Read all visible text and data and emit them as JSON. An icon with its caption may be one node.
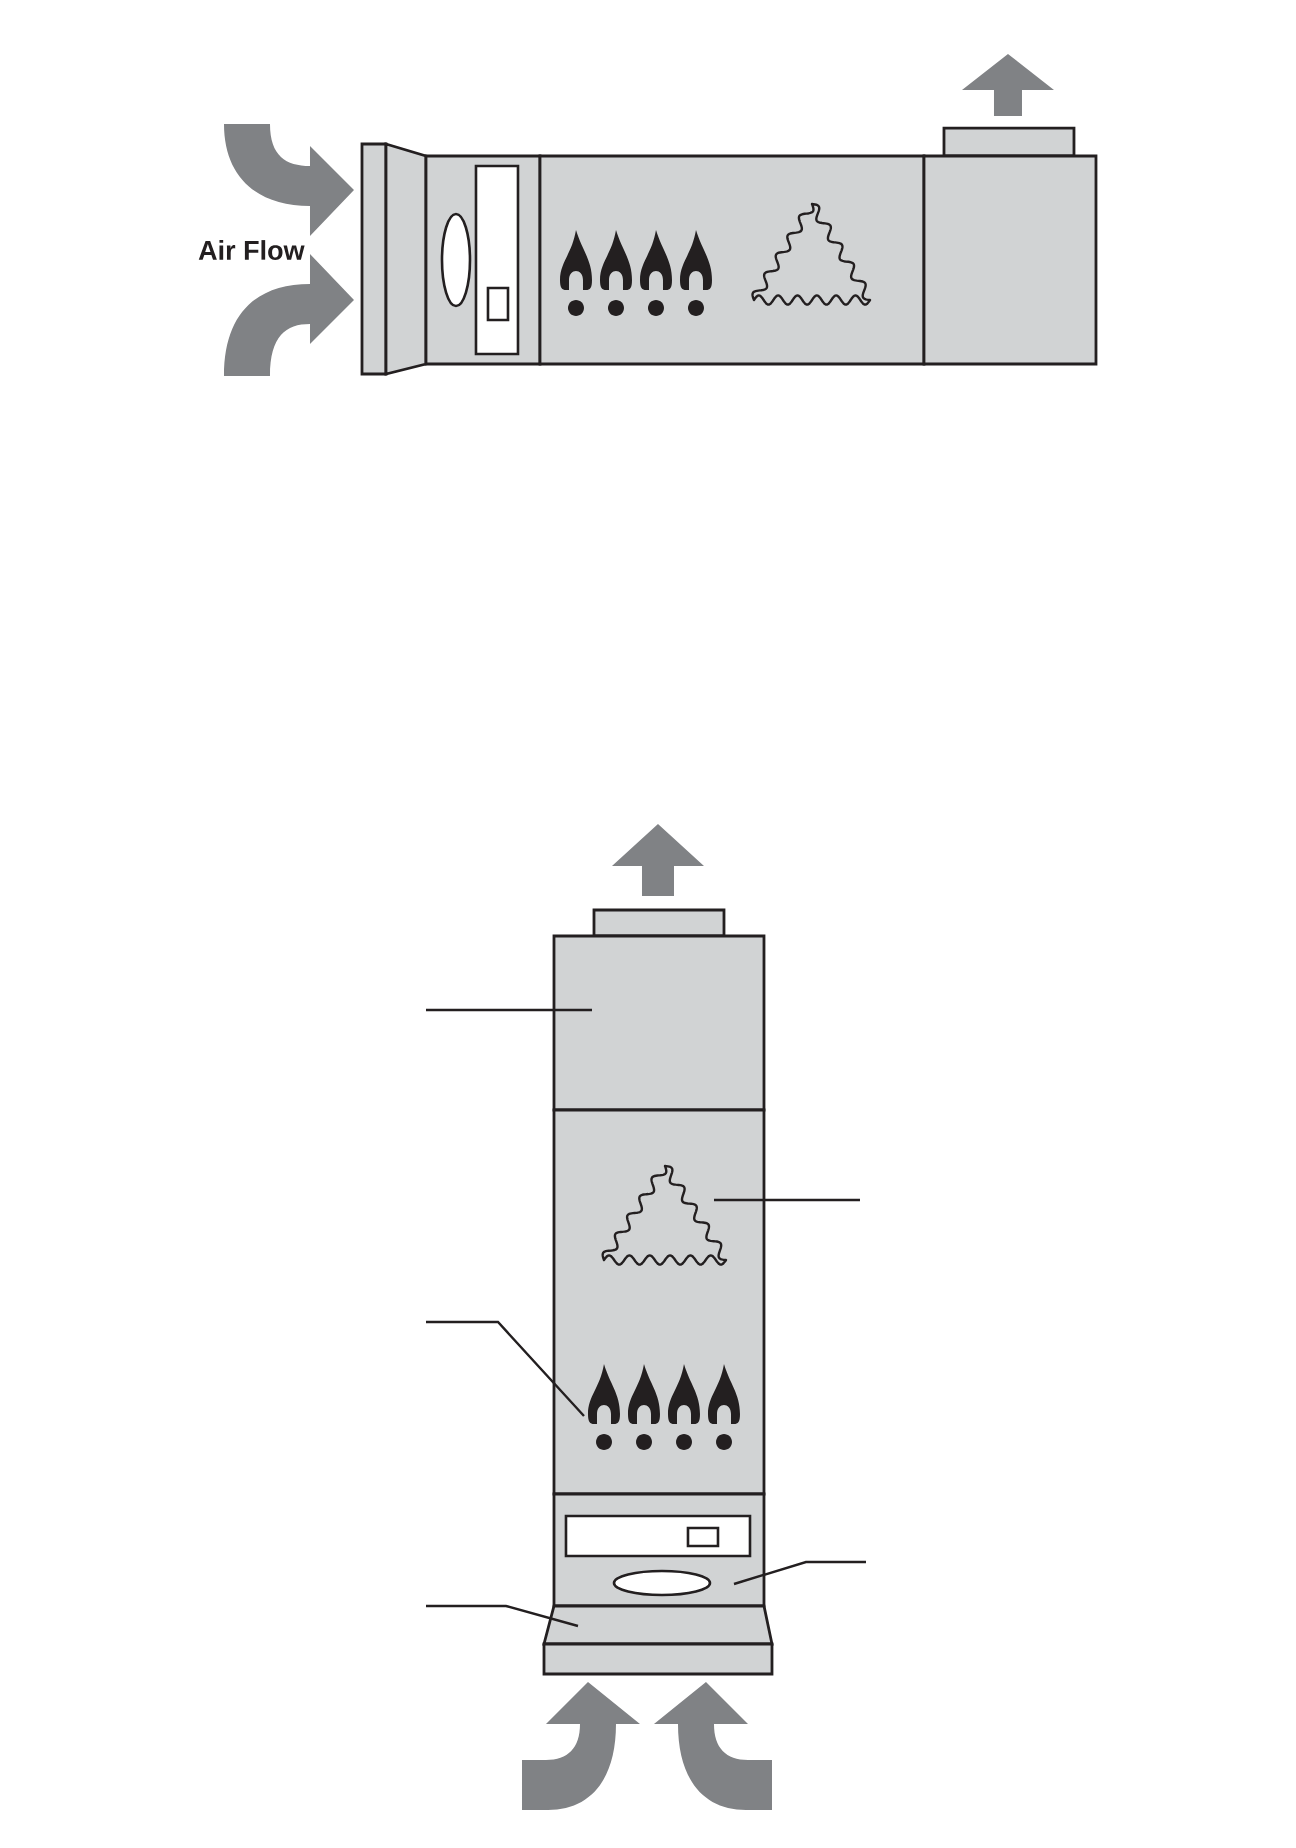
{
  "diagram": {
    "nodes": [
      {
        "text": [],
        "shape": "box"
      },
      {
        "text": [],
        "shape": "box"
      },
      {
        "text": [],
        "shape": "box"
      },
      {
        "text": [],
        "shape": "picture",
        "in": 2
      },
      {
        "text": [],
        "shape": "picture",
        "in": 2
      },
      {
        "text": [],
        "shape": "box"
      },
      {
        "text": [],
        "shape": "box"
      },
      {
        "text": [],
        "shape": "box"
      },
      {
        "text": [],
        "shape": "picture",
        "in": 7
      },
      {
        "text": [],
        "shape": "picture",
        "in": 7
      },
      {
        "text": [],
        "shape": "box"
      },
      {
        "text": [],
        "shape": "box"
      }
    ],
    "edges": [
      {
        "from": null,
        "to": 6,
        "arrow": "none"
      },
      {
        "from": null,
        "to": 8,
        "arrow": "none"
      },
      {
        "from": null,
        "to": 9,
        "arrow": "none"
      },
      {
        "from": null,
        "to": 10,
        "arrow": "none"
      },
      {
        "from": null,
        "to": 11,
        "arrow": "none"
      }
    ],
    "labels": [
      "Air Flow"
    ]
  }
}
